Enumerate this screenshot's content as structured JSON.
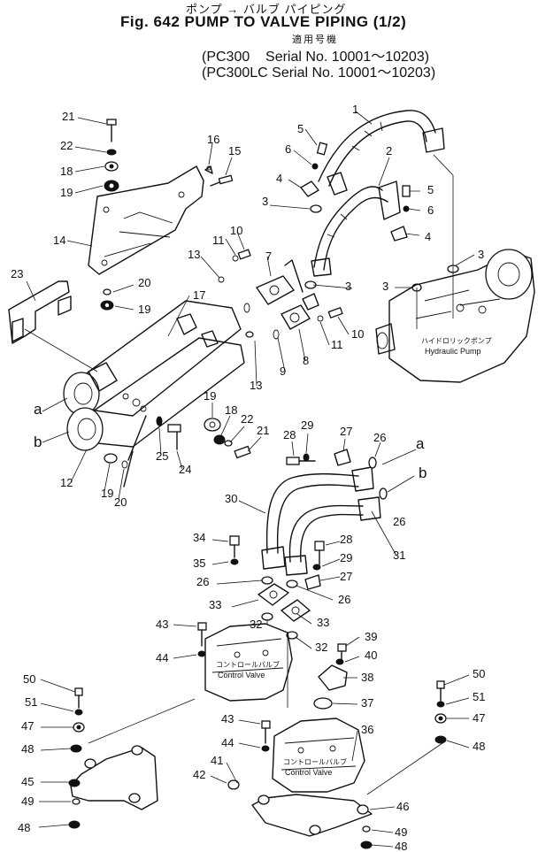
{
  "header": {
    "jp_title": "ポンプ → バルブ パイピング",
    "fig_title": "Fig. 642 PUMP TO VALVE PIPING (1/2)",
    "applicable_jp": "適用号機",
    "serial_line_1": "(PC300    Serial No. 10001～10203)",
    "serial_line_2": "(PC300LC Serial No. 10001～10203)"
  },
  "labels": {
    "hydraulic_pump_jp": "ハイドロリックポンプ",
    "hydraulic_pump_en": "Hydraulic Pump",
    "control_valve_jp": "コントロールバルブ",
    "control_valve_en": "Control Valve"
  },
  "connector_letters": [
    "a",
    "b"
  ],
  "callouts": [
    "1",
    "2",
    "3",
    "4",
    "5",
    "6",
    "7",
    "8",
    "9",
    "10",
    "11",
    "12",
    "13",
    "14",
    "15",
    "16",
    "17",
    "18",
    "19",
    "20",
    "21",
    "22",
    "23",
    "24",
    "25",
    "26",
    "27",
    "28",
    "29",
    "30",
    "31",
    "32",
    "33",
    "34",
    "35",
    "36",
    "37",
    "38",
    "39",
    "40",
    "41",
    "42",
    "43",
    "44",
    "45",
    "46",
    "47",
    "48",
    "49",
    "50",
    "51"
  ]
}
